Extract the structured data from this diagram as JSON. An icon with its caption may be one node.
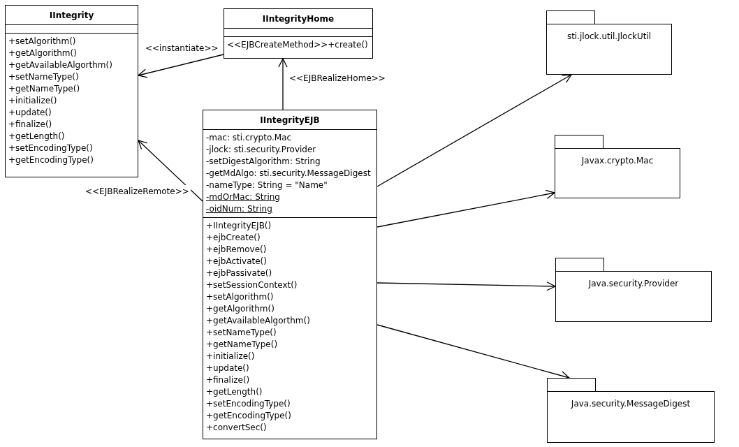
{
  "diagram": {
    "nodes": [
      {
        "text": [
          "IIntegrity",
          "+setAlgorithm()",
          "+getAlgorithm()",
          "+getAvailableAlgorthm()",
          "+setNameType()",
          "+getNameType()",
          "+initialize()",
          "+update()",
          "+finalize()",
          "+getLength()",
          "+setEncodingType()",
          "+getEncodingType()"
        ]
      },
      {
        "text": [
          "IIntegrityHome",
          "<<EJBCreateMethod>>+create()"
        ]
      },
      {
        "text": [
          "IIntegrityEJB",
          "-mac: sti.crypto.Mac",
          "-jlock: sti.security.Provider",
          "-setDigestAlgorithm: String",
          "-getMdAlgo: sti.security.MessageDigest",
          "-nameType: String = \"Name\"",
          "-mdOrMac: String",
          "-oidNum: String",
          "+IIntegrityEJB()",
          "+ejbCreate()",
          "+ejbRemove()",
          "+ejbActivate()",
          "+ejbPassivate()",
          "+setSessionContext()",
          "+setAlgorithm()",
          "+getAlgorithm()",
          "+getAvailableAlgorthm()",
          "+setNameType()",
          "+getNameType()",
          "+initialize()",
          "+update()",
          "+finalize()",
          "+getLength()",
          "+setEncodingType()",
          "+getEncodingType()",
          "+convertSec()"
        ]
      },
      {
        "text": [
          "sti.jlock.util.JlockUtil"
        ]
      },
      {
        "text": [
          "Javax.crypto.Mac"
        ]
      },
      {
        "text": [
          "Java.security.Provider"
        ]
      },
      {
        "text": [
          "Java.security.MessageDigest"
        ]
      }
    ],
    "edges": [
      {
        "from": 1,
        "to": 0,
        "arrow": "to",
        "label": "<<instantiate>>"
      },
      {
        "from": 2,
        "to": 1,
        "arrow": "to",
        "label": "<<EJBRealizeHome>>"
      },
      {
        "from": 2,
        "to": 0,
        "arrow": "to",
        "label": "<<EJBRealizeRemote>>"
      },
      {
        "from": 2,
        "to": 3,
        "arrow": "to"
      },
      {
        "from": 2,
        "to": 4,
        "arrow": "to"
      },
      {
        "from": 2,
        "to": 5,
        "arrow": "to"
      },
      {
        "from": 2,
        "to": 6,
        "arrow": "to"
      }
    ]
  }
}
